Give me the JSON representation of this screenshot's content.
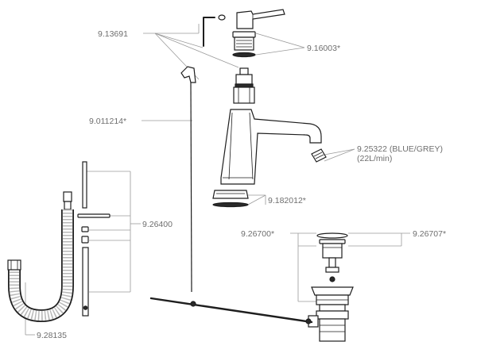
{
  "labels": {
    "handle_set_screw": "9.13691",
    "cartridge_nut": "9.16003*",
    "lift_rod": "9.011214*",
    "aerator": "9.25322 (BLUE/GREY)",
    "aerator_flow": "(22L/min)",
    "base_gasket": "9.182012*",
    "mounting_kit": "9.26400",
    "drain_cap": "9.26700*",
    "drain_body": "9.26707*",
    "supply_hose": "9.28135"
  },
  "colors": {
    "line": "#1e1e1e",
    "leader": "#9a9a9a",
    "label": "#6e6e6e"
  }
}
